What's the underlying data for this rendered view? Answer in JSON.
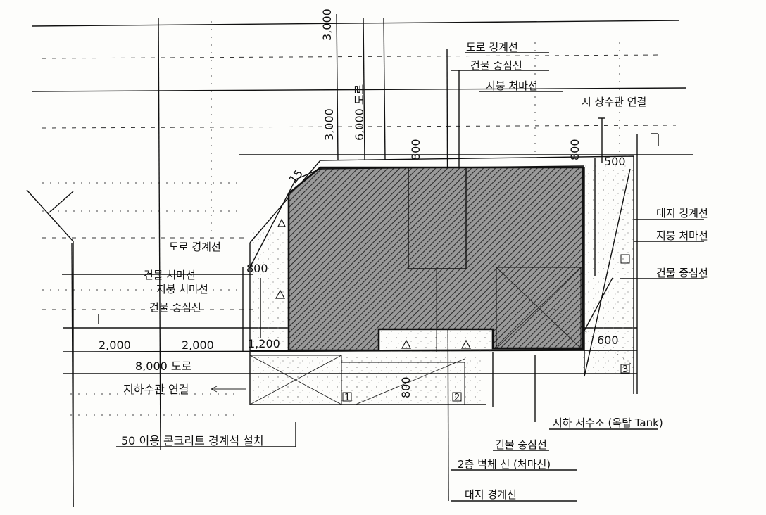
{
  "drawing": {
    "dims": {
      "d3000": "3,000",
      "d6000road": "6,000 도로",
      "d3000b": "3,000",
      "d15": "15",
      "d800a": "800",
      "d800b": "800",
      "d500": "500",
      "d800c": "800",
      "d600": "600",
      "d1200": "1,200",
      "d2000a": "2,000",
      "d2000b": "2,000",
      "d8000road": "8,000 도로",
      "d800d": "800"
    },
    "labels": {
      "road_boundary_top": "도로 경계선",
      "bldg_center_top": "건물 중심선",
      "roof_eave_top": "지붕 처마선",
      "city_water": "시 상수관 연결",
      "site_boundary_right": "대지 경계선",
      "roof_eave_right": "지붕 처마선",
      "bldg_center_right": "건물 중심선",
      "road_boundary_left": "도로 경계선",
      "roof_eave_left1": "건물 처마선",
      "roof_eave_left2": "지붕 처마선",
      "bldg_center_left": "건물 중심선",
      "sewer": "지하수관 연결",
      "ditch": "50 이용 콘크리트 경계석 설치",
      "water_tank": "지하 저수조 (옥탑 Tank)",
      "bldg_center_bottom": "건물 중심선",
      "floor2_line": "2층 벽체 선 (처마선)",
      "site_boundary_bottom": "대지 경계선"
    },
    "markers": {
      "m1": "1",
      "m2": "2",
      "m3": "3",
      "tri": "2"
    }
  }
}
